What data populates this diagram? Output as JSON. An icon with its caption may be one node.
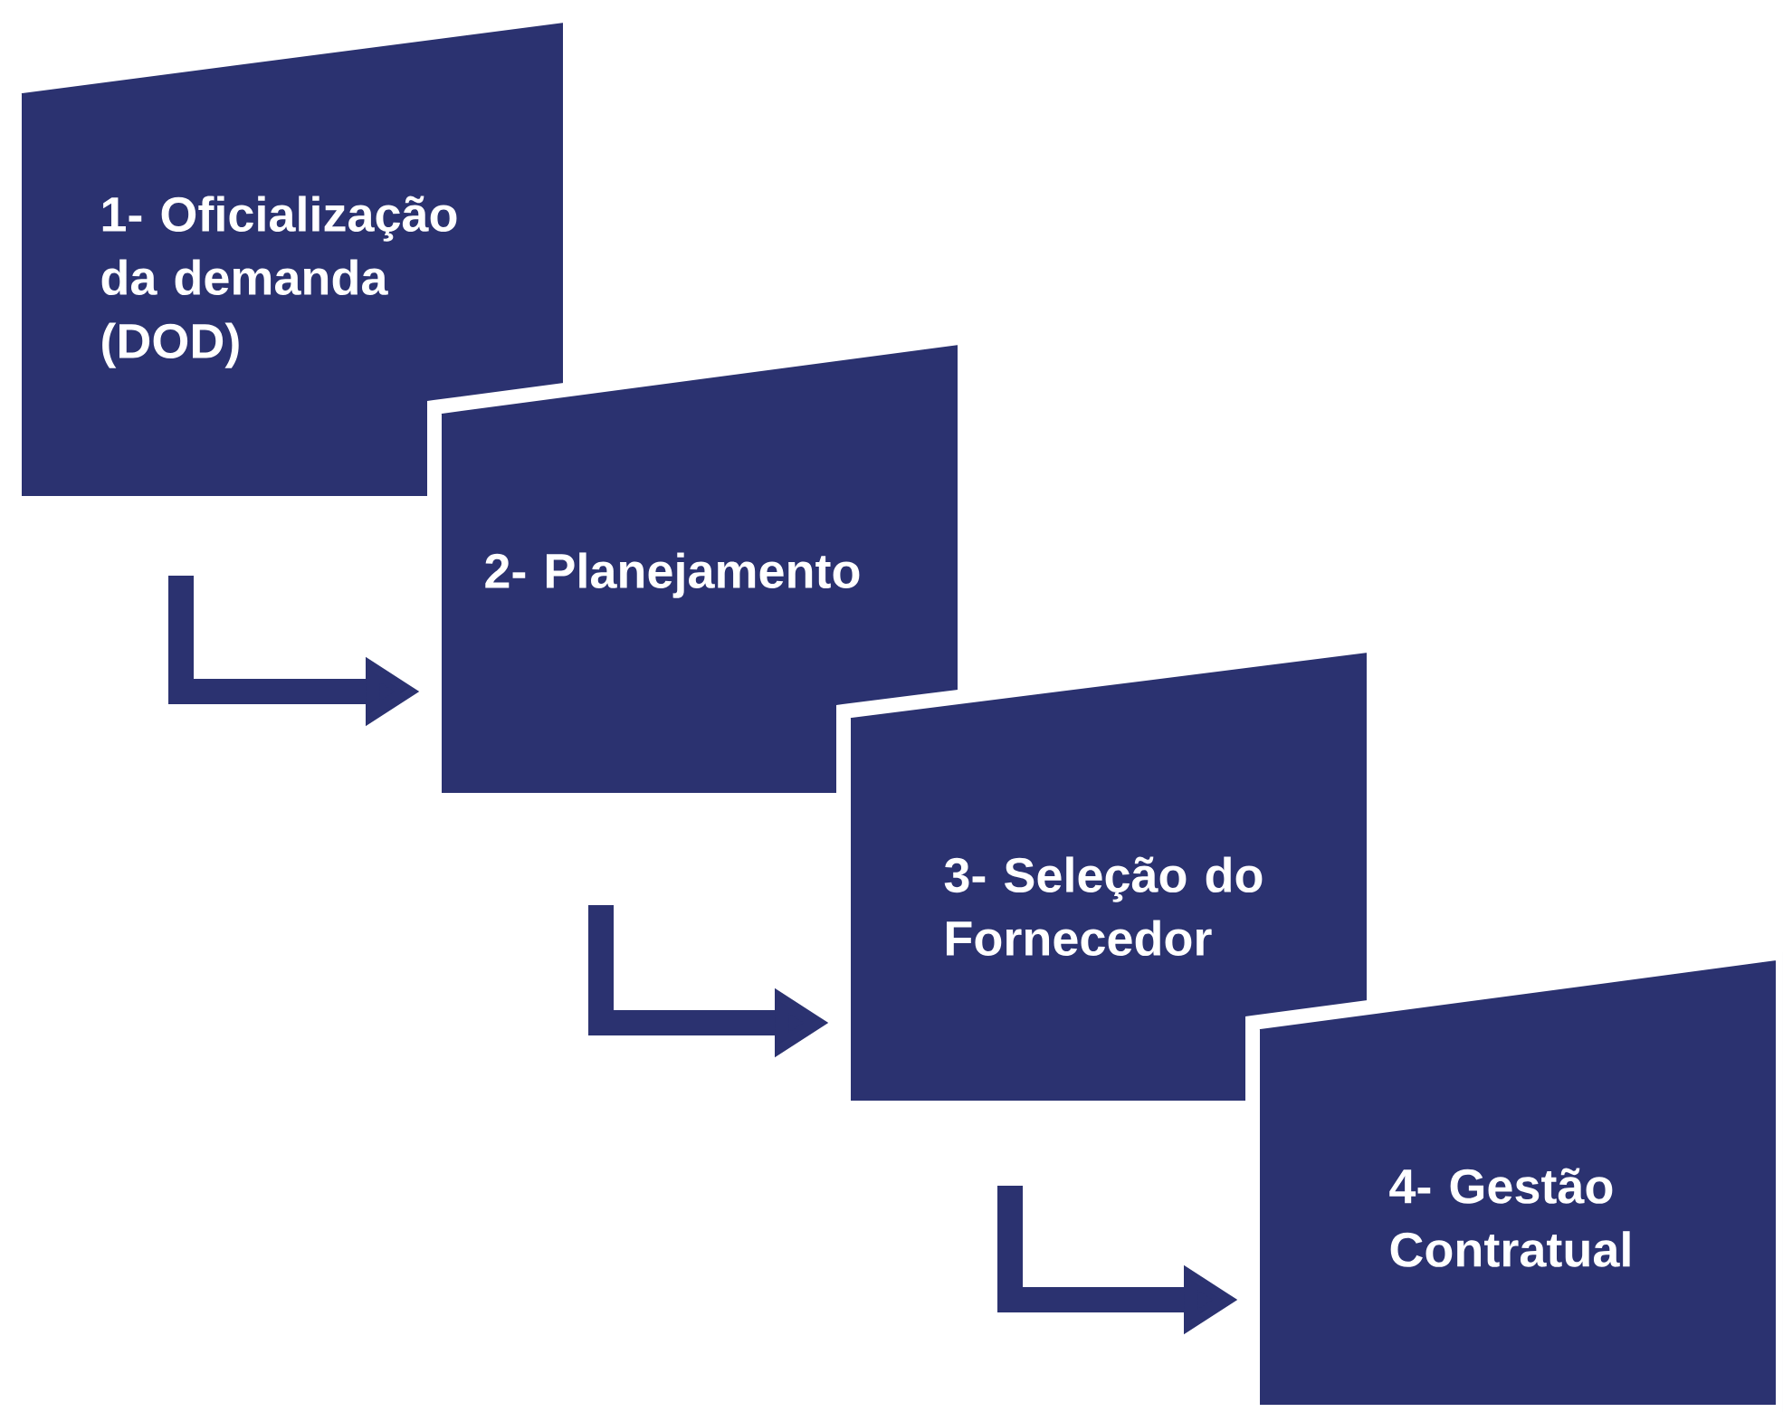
{
  "diagram": {
    "nodes": [
      {
        "text": [
          "1- Oficialização da demanda (DOD)"
        ]
      },
      {
        "text": [
          "2- Planejamento"
        ]
      },
      {
        "text": [
          "3- Seleção do Fornecedor"
        ]
      },
      {
        "text": [
          "4- Gestão Contratual"
        ]
      }
    ],
    "edges": [
      {
        "from": 0,
        "to": 1,
        "arrow": "to"
      },
      {
        "from": 1,
        "to": 2,
        "arrow": "to"
      },
      {
        "from": 2,
        "to": 3,
        "arrow": "to"
      }
    ]
  }
}
